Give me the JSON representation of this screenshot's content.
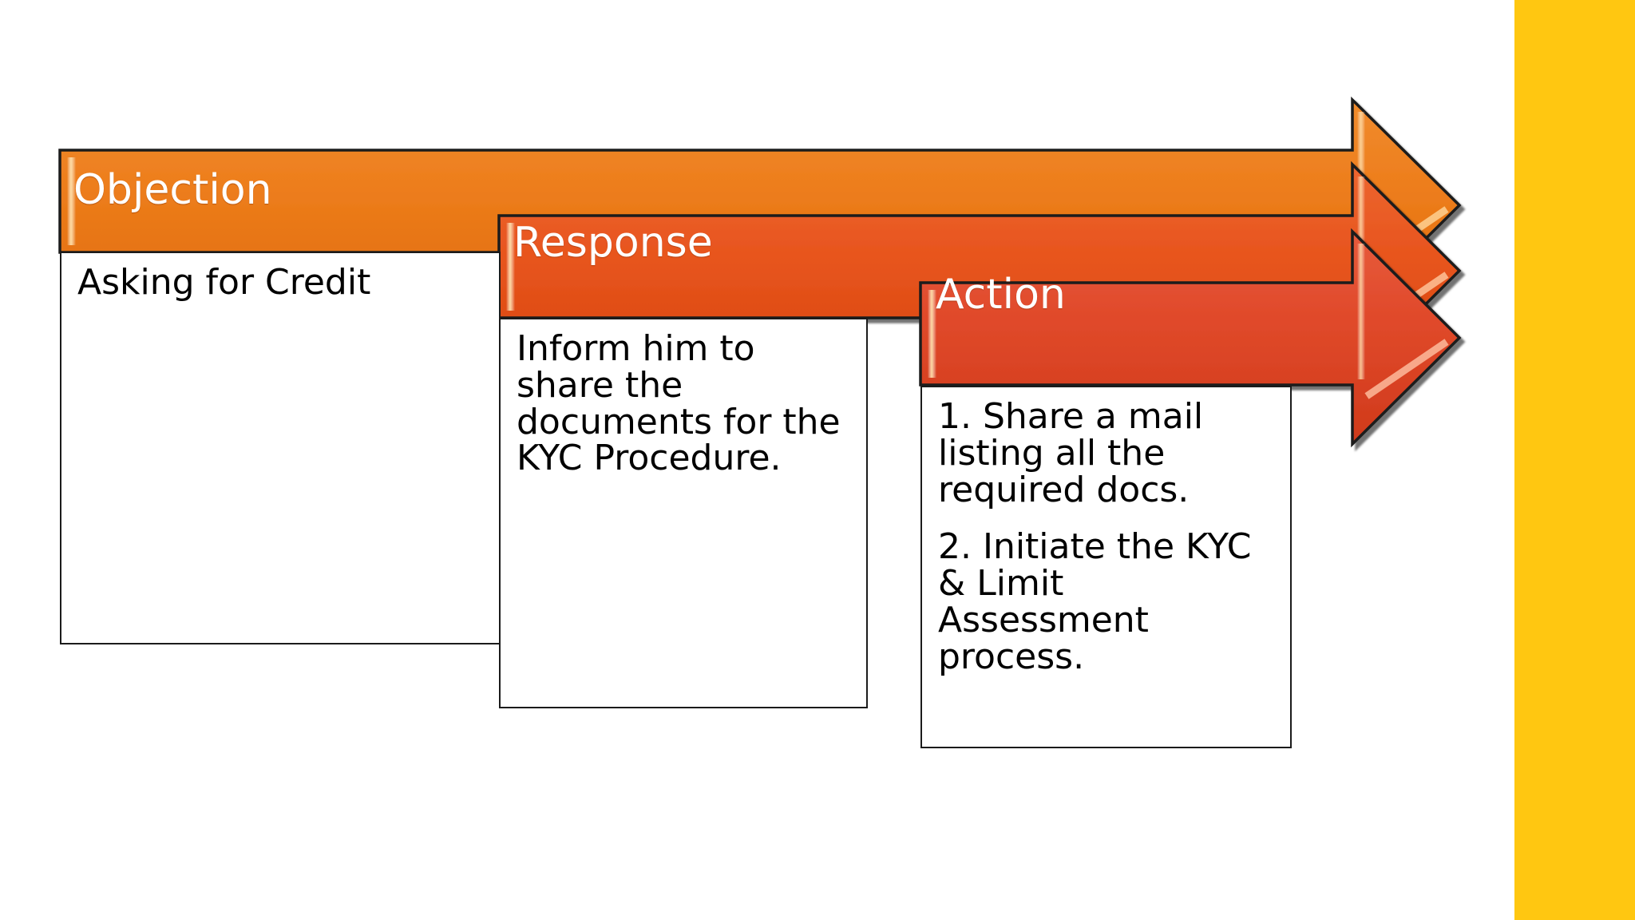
{
  "slide": {
    "type": "process-chevron-diagram",
    "background_color": "#FFFFFF",
    "accent_band_color": "#FFC711"
  },
  "colors": {
    "stage1_fill": "#ED7D1C",
    "stage1_fill_dark": "#E06C09",
    "stage2_fill": "#E8551E",
    "stage2_fill_dark": "#D8460E",
    "stage3_fill": "#E0492A",
    "stage3_fill_dark": "#D03A1B",
    "outline": "#1B1B1B",
    "header_text": "#FFFFFF",
    "body_text": "#000000",
    "accent_band": "#FFC711"
  },
  "stages": [
    {
      "id": "objection",
      "label": "Objection",
      "lines": [
        "Asking for Credit"
      ]
    },
    {
      "id": "response",
      "label": "Response",
      "lines": [
        "Inform him to share the documents for the KYC Procedure."
      ]
    },
    {
      "id": "action",
      "label": "Action",
      "lines": [
        "1. Share a mail listing all the required docs.",
        "2. Initiate the KYC & Limit Assessment process."
      ]
    }
  ]
}
